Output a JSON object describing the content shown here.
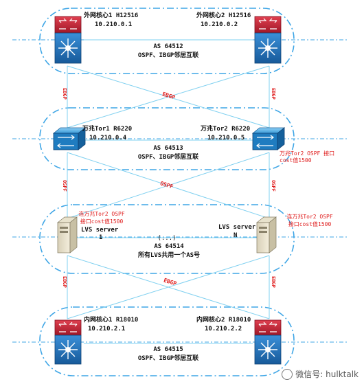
{
  "colors": {
    "group_border": "#3fa6e6",
    "link": "#7fd0f0",
    "label_red": "#e02020",
    "router_red": "#cc2233",
    "switch_blue": "#1f7cc0"
  },
  "groups": [
    {
      "as": "AS 64512",
      "protocol": "OSPF、IBGP邻居互联",
      "left": {
        "name": "外网核心1 H12516",
        "ip": "10.210.0.1",
        "icon": "core-router-icon"
      },
      "right": {
        "name": "外网核心2 H12516",
        "ip": "10.210.0.2",
        "icon": "core-router-icon"
      }
    },
    {
      "as": "AS 64513",
      "protocol": "OSPF、IBGP邻居互联",
      "left": {
        "name": "万兆Tor1 R6220",
        "ip": "10.210.0.4",
        "icon": "switch-icon"
      },
      "right": {
        "name": "万兆Tor2 R6220",
        "ip": "10.210.0.5",
        "icon": "switch-icon"
      },
      "note": "万兆Tor2 OSPF 接口cost值1500"
    },
    {
      "as": "AS 64514",
      "protocol": "所有LVS共用一个AS号",
      "ellipsis": "(...)",
      "left": {
        "name": "LVS server",
        "sub": "1",
        "icon": "server-icon",
        "note_line1": "连万兆Tor2 OSPF",
        "note_line2": "接口cost值1500"
      },
      "right": {
        "name": "LVS server",
        "sub": "N",
        "icon": "server-icon",
        "note_line1": "连万兆Tor2 OSPF",
        "note_line2": "接口cost值1500"
      }
    },
    {
      "as": "AS 64515",
      "protocol": "OSPF、IBGP邻居互联",
      "left": {
        "name": "内网核心1 R18010",
        "ip": "10.210.2.1",
        "icon": "core-router-icon"
      },
      "right": {
        "name": "内网核心2 R18010",
        "ip": "10.210.2.2",
        "icon": "core-router-icon"
      }
    }
  ],
  "link_labels": {
    "ebgp": "EBGP",
    "ospf": "OSPF"
  },
  "watermark": "微信号: hulktalk"
}
